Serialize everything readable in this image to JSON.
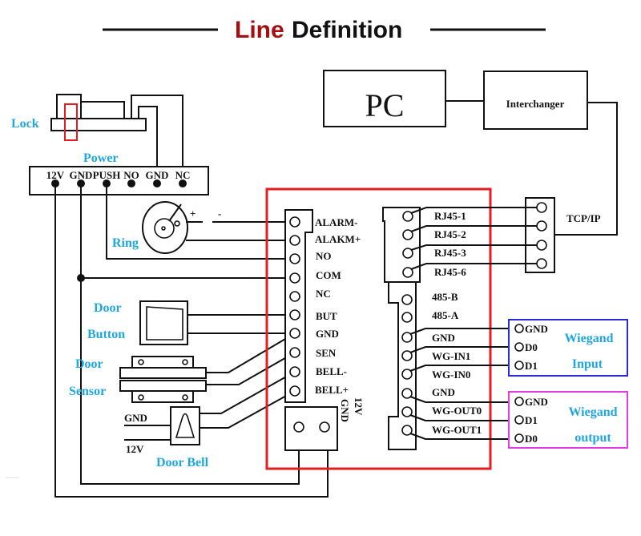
{
  "title": {
    "accent": "Line",
    "rest": "Definition"
  },
  "colors": {
    "accent_red": "#a50f0f",
    "label_blue": "#1ea7e0",
    "controller_border": "#e41e1e",
    "wiegand_input_border": "#2a2ad8",
    "wiegand_output_border": "#e23ce2"
  },
  "network": {
    "pc": "PC",
    "interchanger": "Interchanger",
    "tcpip": "TCP/IP"
  },
  "lock": {
    "label": "Lock"
  },
  "power": {
    "label": "Power",
    "terminals": [
      "12V",
      "GND",
      "PUSH",
      "NO",
      "GND",
      "NC"
    ]
  },
  "ring": {
    "label": "Ring",
    "plus": "+",
    "minus": "-"
  },
  "door_button": {
    "line1": "Door",
    "line2": "Button"
  },
  "door_sensor": {
    "line1": "Door",
    "line2": "Sensor"
  },
  "door_bell": {
    "label": "Door Bell",
    "gnd": "GND",
    "v12": "12V"
  },
  "controller": {
    "left_terminals": [
      "ALARM-",
      "ALAKM+",
      "NO",
      "COM",
      "NC",
      "BUT",
      "GND",
      "SEN",
      "BELL-",
      "BELL+"
    ],
    "power_terminals": {
      "v12": "12V",
      "gnd": "GND"
    },
    "rj45_terminals": [
      "RJ45-1",
      "RJ45-2",
      "RJ45-3",
      "RJ45-6"
    ],
    "right_terminals": [
      "485-B",
      "485-A",
      "GND",
      "WG-IN1",
      "WG-IN0",
      "GND",
      "WG-OUT0",
      "WG-OUT1"
    ]
  },
  "wiegand_input": {
    "title1": "Wiegand",
    "title2": "Input",
    "pins": [
      "GND",
      "D0",
      "D1"
    ]
  },
  "wiegand_output": {
    "title1": "Wiegand",
    "title2": "output",
    "pins": [
      "GND",
      "D1",
      "D0"
    ]
  }
}
